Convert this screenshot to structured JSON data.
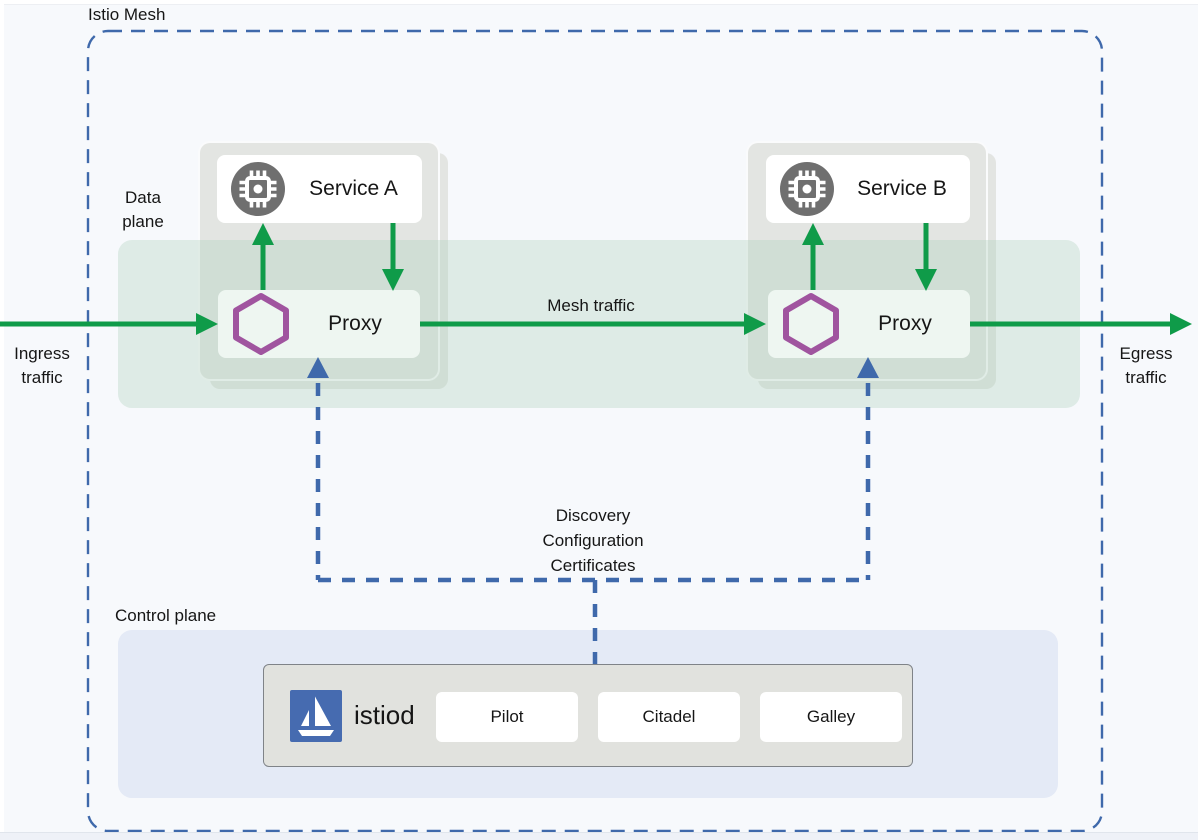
{
  "diagram": {
    "title": "Istio Mesh",
    "data_plane_label": "Data plane",
    "control_plane_label": "Control plane",
    "mesh_traffic_label": "Mesh traffic",
    "ingress": {
      "line1": "Ingress",
      "line2": "traffic"
    },
    "egress": {
      "line1": "Egress",
      "line2": "traffic"
    },
    "discovery": {
      "line1": "Discovery",
      "line2": "Configuration",
      "line3": "Certificates"
    },
    "pods": [
      {
        "service_label": "Service A",
        "proxy_label": "Proxy"
      },
      {
        "service_label": "Service B",
        "proxy_label": "Proxy"
      }
    ],
    "control_plane": {
      "istiod_label": "istiod",
      "components": [
        {
          "label": "Pilot"
        },
        {
          "label": "Citadel"
        },
        {
          "label": "Galley"
        }
      ]
    },
    "icons": {
      "service": "chip-icon",
      "proxy": "hexagon-icon",
      "istiod": "sailboat-icon"
    }
  },
  "colors": {
    "green": "#0f9b49",
    "blue": "#3f69ab",
    "purple": "#a0549f",
    "logo-blue": "#466bb0",
    "pod-gray": "#e3e5e2",
    "proxy-bg": "#eef6f1",
    "band-green": "#dfeae4",
    "panel-lavender": "#e4eaf6",
    "istiod-gray": "#e1e2de",
    "icon-gray": "#6f6f6f",
    "page-bg": "#f7f9fc"
  }
}
